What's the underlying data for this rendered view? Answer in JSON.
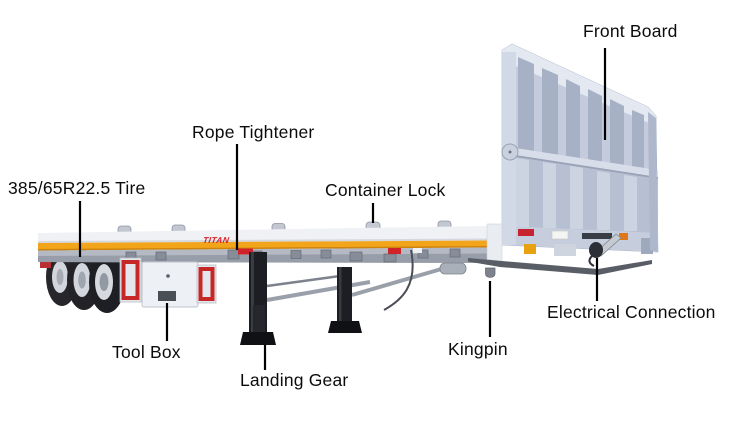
{
  "brand": {
    "logo_text": "TITAN",
    "logo_color": "#d42027"
  },
  "labels": {
    "front_board": "Front Board",
    "rope_tightener": "Rope Tightener",
    "tire": "385/65R22.5 Tire",
    "container_lock": "Container Lock",
    "tool_box": "Tool Box",
    "landing_gear": "Landing Gear",
    "kingpin": "Kingpin",
    "electrical_connection": "Electrical Connection"
  },
  "colors": {
    "label_text": "#0b0b0b",
    "leader_line": "#000000",
    "deck_stripe_yellow": "#f2a41a",
    "trailer_body_light": "#c7cfdf",
    "accent_red": "#cc2128",
    "landing_gear_black": "#1d1e23"
  }
}
